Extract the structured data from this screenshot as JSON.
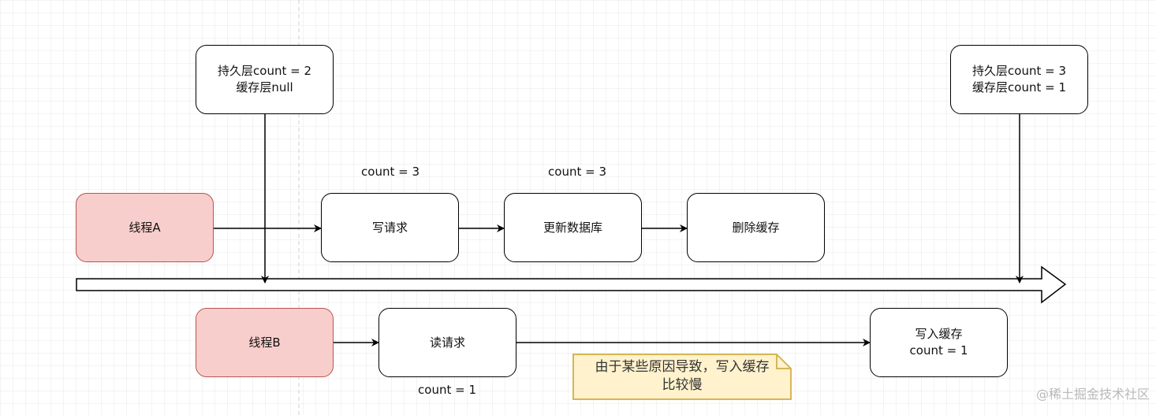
{
  "boxes": {
    "persist_top_left": {
      "line1": "持久层count = 2",
      "line2": "缓存层null"
    },
    "persist_top_right": {
      "line1": "持久层count = 3",
      "line2": "缓存层count = 1"
    },
    "thread_a": {
      "label": "线程A"
    },
    "write_request": {
      "label": "写请求"
    },
    "update_db": {
      "label": "更新数据库"
    },
    "delete_cache": {
      "label": "删除缓存"
    },
    "thread_b": {
      "label": "线程B"
    },
    "read_request": {
      "label": "读请求"
    },
    "write_cache": {
      "line1": "写入缓存",
      "line2": "count = 1"
    }
  },
  "labels": {
    "count_write": "count = 3",
    "count_update": "count = 3",
    "count_read": "count = 1"
  },
  "note": {
    "line1": "由于某些原因导致，写入缓存",
    "line2": "比较慢"
  },
  "watermark": "@稀土掘金技术社区",
  "colors": {
    "thread_fill": "#f8cecc",
    "thread_border": "#b85450",
    "note_fill": "#fff2cc",
    "note_border": "#d6b656"
  }
}
